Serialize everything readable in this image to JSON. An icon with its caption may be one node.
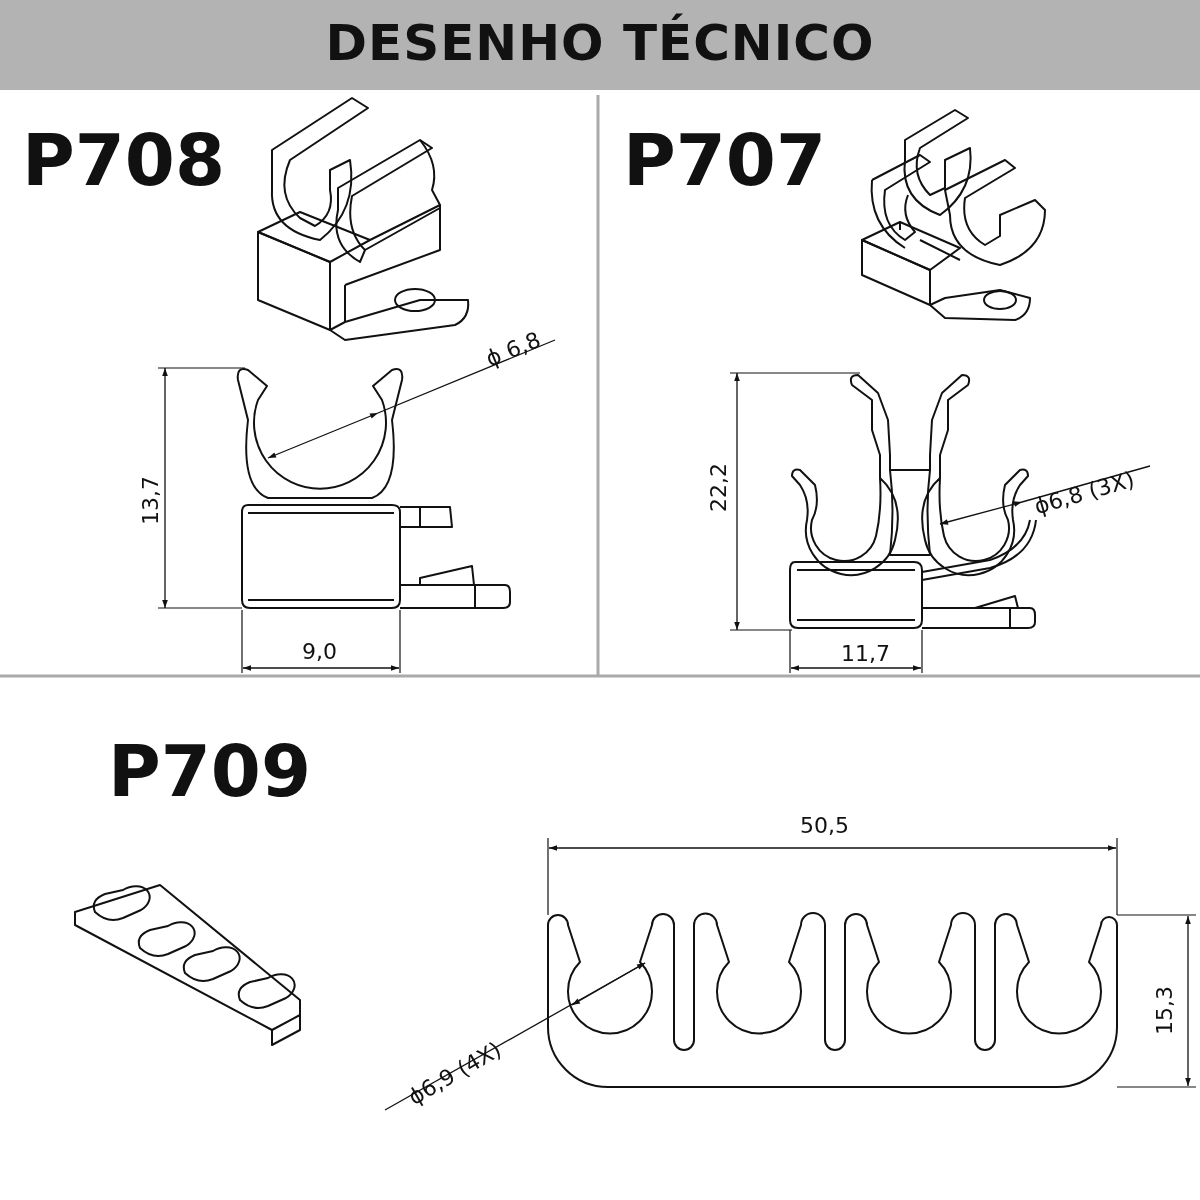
{
  "diagram": {
    "title": "DESENHO TÉCNICO",
    "labels": [
      "P708",
      "ϕ 6,8",
      "13,7",
      "9,0",
      "P707",
      "22,2",
      "ϕ6,8 (3X)",
      "11,7",
      "P709",
      "50,5",
      "15,3",
      "ϕ6,9 (4X)"
    ]
  }
}
